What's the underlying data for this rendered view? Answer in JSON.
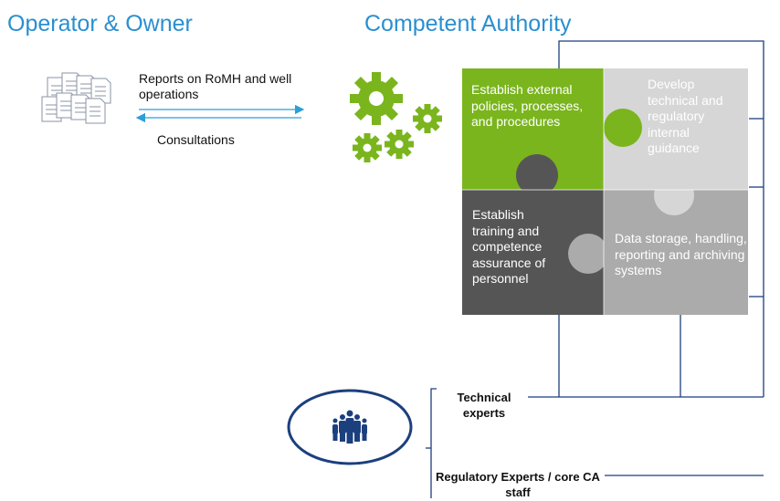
{
  "headings": {
    "left": "Operator & Owner",
    "right": "Competent Authority"
  },
  "arrows": {
    "reports_label": "Reports on RoMH and well operations",
    "consultations_label": "Consultations"
  },
  "puzzle": {
    "top_left": "Establish external policies, processes, and procedures",
    "top_right": "Develop technical and regulatory internal guidance",
    "bottom_left": "Establish training and competence assurance of personnel",
    "bottom_right": "Data storage, handling, reporting and archiving systems"
  },
  "people": {
    "technical": "Technical experts",
    "regulatory": "Regulatory Experts / core CA staff"
  },
  "colors": {
    "heading_blue": "#2a8fd0",
    "arrow_blue": "#2a9fd8",
    "piece_green": "#7ab51d",
    "piece_light_gray": "#d6d6d6",
    "piece_dark_gray": "#555555",
    "piece_mid_gray": "#ababab",
    "navy": "#1c3f7d"
  },
  "icons": [
    "documents-icon",
    "gears-icon",
    "people-group-icon"
  ]
}
